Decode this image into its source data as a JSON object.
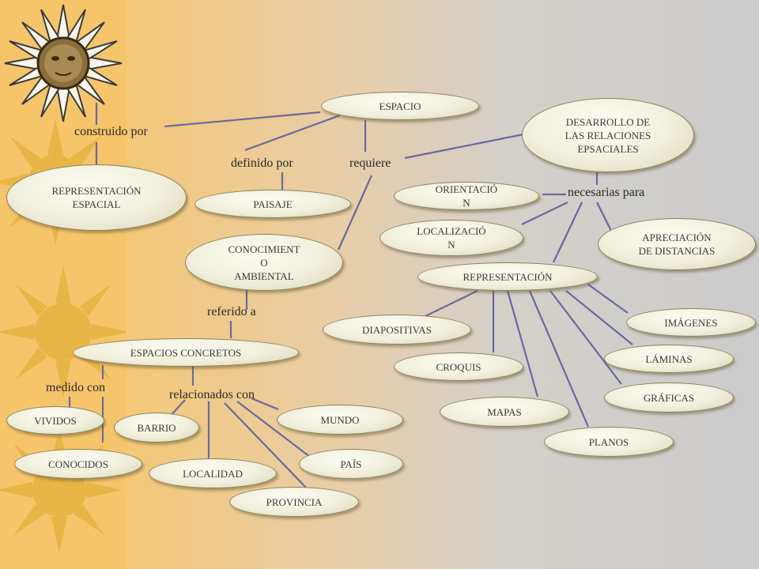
{
  "nodes": {
    "espacio": "ESPACIO",
    "desarrollo": "DESARROLLO DE\nLAS RELACIONES\nEPSACIALES",
    "representacion_espacial": "REPRESENTACIÓN\nESPACIAL",
    "paisaje": "PAISAJE",
    "conocimiento": "CONOCIMIENT\nO\nAMBIENTAL",
    "orientacion": "ORIENTACIÓ\nN",
    "localizacion": "LOCALIZACIÓ\nN",
    "apreciacion": "APRECIACIÓN\nDE DISTANCIAS",
    "representacion": "REPRESENTACIÓN",
    "imagenes": "IMÁGENES",
    "diapositivas": "DIAPOSITIVAS",
    "laminas": "LÁMINAS",
    "croquis": "CROQUIS",
    "graficas": "GRÁFICAS",
    "mapas": "MAPAS",
    "planos": "PLANOS",
    "espacios_concretos": "ESPACIOS CONCRETOS",
    "vividos": "VIVIDOS",
    "conocidos": "CONOCIDOS",
    "barrio": "BARRIO",
    "mundo": "MUNDO",
    "localidad": "LOCALIDAD",
    "pais": "PAÍS",
    "provincia": "PROVINCIA"
  },
  "labels": {
    "construido_por": "construido por",
    "definido_por": "definido por",
    "requiere": "requiere",
    "necesarias_para": "necesarias para",
    "referido_a": "referido a",
    "medido_con": "medido con",
    "relacionados_con": "relacionados con"
  }
}
